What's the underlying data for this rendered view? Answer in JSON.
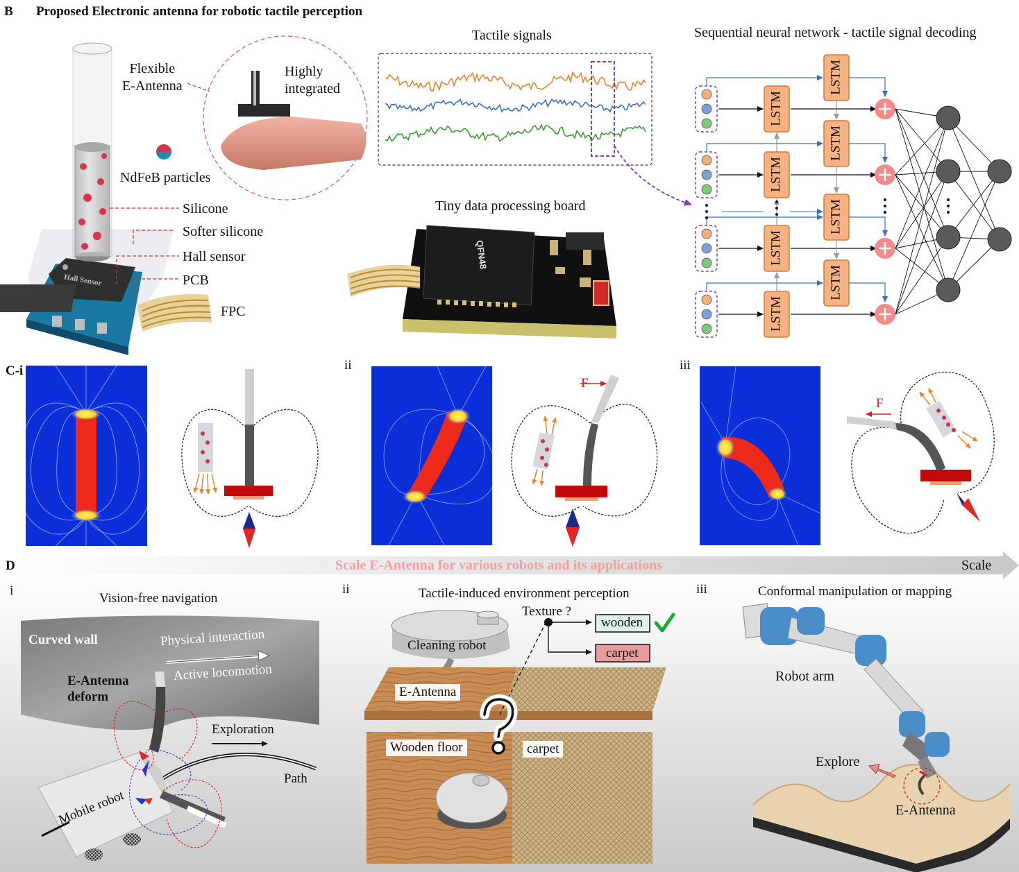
{
  "panel_b": {
    "letter": "B",
    "title": "Proposed Electronic antenna for robotic tactile perception",
    "flexible_label": "Flexible\nE-Antenna",
    "highly_label": "Highly\nintegrated",
    "ndfeb_label": "NdFeB particles",
    "layers": [
      "Silicone",
      "Softer silicone",
      "Hall sensor",
      "PCB",
      "FPC"
    ],
    "hall_chip_label": "Hall Sensor",
    "tactile_title": "Tactile signals",
    "board_title": "Tiny data processing board",
    "chip_label": "QFN48",
    "nn_title": "Sequential neural network - tactile signal decoding",
    "lstm_label": "LSTM",
    "signal_colors": [
      "#e8842c",
      "#3c6fc4",
      "#3a9a35"
    ]
  },
  "panel_c": {
    "labels": [
      "C-i",
      "ii",
      "iii"
    ],
    "force_label": "F"
  },
  "panel_d": {
    "letter": "D",
    "scale_title": "Scale E-Antenna for various robots and its applications",
    "scale_label": "Scale",
    "d1": {
      "index": "i",
      "title": "Vision-free navigation",
      "curved_wall": "Curved wall",
      "physical": "Physical interaction",
      "active": "Active locomotion",
      "deform": "E-Antenna\ndeform",
      "exploration": "Exploration",
      "path": "Path",
      "mobile_robot": "Mobile robot"
    },
    "d2": {
      "index": "ii",
      "title": "Tactile-induced environment perception",
      "texture": "Texture ?",
      "wooden": "wooden",
      "carpet": "carpet",
      "cleaning_robot": "Cleaning robot",
      "e_antenna": "E-Antenna",
      "wooden_floor": "Wooden floor",
      "carpet2": "carpet"
    },
    "d3": {
      "index": "iii",
      "title": "Conformal manipulation or mapping",
      "robot_arm": "Robot arm",
      "explore": "Explore",
      "e_antenna": "E-Antenna"
    }
  }
}
